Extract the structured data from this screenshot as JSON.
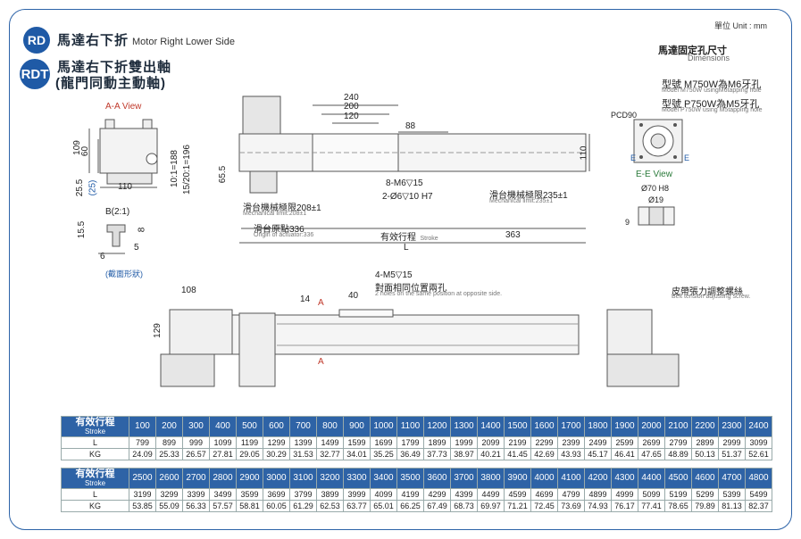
{
  "header": {
    "unit": "單位 Unit : mm",
    "rd_badge": "RD",
    "rd_title_cn": "馬達右下折",
    "rd_title_en": "Motor Right Lower Side",
    "rdt_badge": "RDT",
    "rdt_line1": "馬達右下折雙出軸",
    "rdt_line2": "(龍門同動主動軸)"
  },
  "mount": {
    "title_cn": "馬達固定孔尺寸",
    "title_en": "Dimensions",
    "m750_cn": "型號 M750W為M6牙孔",
    "m750_en": "Model M750W usingM6tapping hole",
    "p750_cn": "型號 P750W為M5牙孔",
    "p750_en": "Model P750W using M5tapping hole",
    "pcd": "PCD90",
    "ee_view": "E-E View",
    "d70": "Ø70 H8",
    "d19": "Ø19",
    "e_letter": "E",
    "dim_9": "9"
  },
  "aa_view": {
    "title": "A-A View",
    "dim_109": "109",
    "dim_60": "60",
    "dim_25_5": "25.5",
    "dim_25": "(25)",
    "dim_110": "110",
    "b_label": "B(2:1)",
    "dim_15_5": "15.5",
    "dim_8": "8",
    "dim_5": "5",
    "dim_6": "6",
    "section": "(截面形狀)"
  },
  "top_view": {
    "dim_240": "240",
    "dim_200": "200",
    "dim_120": "120",
    "dim_88": "88",
    "dim_110": "110",
    "ratio_10": "10:1=188",
    "ratio_15": "15/20:1=196",
    "dim_65_5": "65.5",
    "m6": "8-M6▽15",
    "phi6": "2-Ø6▽10 H7",
    "limit_l_cn": "滑台機械極限208±1",
    "limit_l_en": "Mechanical limit:208±1",
    "origin_cn": "滑台原點336",
    "origin_en": "Origin of actuator:336",
    "limit_r_cn": "滑台機械極限235±1",
    "limit_r_en": "Mechanical limit:235±1",
    "stroke_cn": "有效行程",
    "stroke_en": "Stroke",
    "dim_363": "363",
    "dim_L": "L"
  },
  "side_view": {
    "m5_label": "4-M5▽15",
    "m5_cn": "對面相同位置兩孔",
    "m5_en": "2 holes on the same position at opposite side.",
    "dim_14": "14",
    "dim_40": "40",
    "a_mark": "A",
    "dim_108": "108",
    "dim_129": "129",
    "belt_cn": "皮帶張力調整螺絲",
    "belt_en": "Belt tension adjusting screw."
  },
  "spec_table": {
    "stroke_cn": "有效行程",
    "stroke_en": "Stroke",
    "l_label": "L",
    "kg_label": "KG",
    "strokes_1": [
      "100",
      "200",
      "300",
      "400",
      "500",
      "600",
      "700",
      "800",
      "900",
      "1000",
      "1100",
      "1200",
      "1300",
      "1400",
      "1500",
      "1600",
      "1700",
      "1800",
      "1900",
      "2000",
      "2100",
      "2200",
      "2300",
      "2400"
    ],
    "L_1": [
      "799",
      "899",
      "999",
      "1099",
      "1199",
      "1299",
      "1399",
      "1499",
      "1599",
      "1699",
      "1799",
      "1899",
      "1999",
      "2099",
      "2199",
      "2299",
      "2399",
      "2499",
      "2599",
      "2699",
      "2799",
      "2899",
      "2999",
      "3099"
    ],
    "KG_1": [
      "24.09",
      "25.33",
      "26.57",
      "27.81",
      "29.05",
      "30.29",
      "31.53",
      "32.77",
      "34.01",
      "35.25",
      "36.49",
      "37.73",
      "38.97",
      "40.21",
      "41.45",
      "42.69",
      "43.93",
      "45.17",
      "46.41",
      "47.65",
      "48.89",
      "50.13",
      "51.37",
      "52.61"
    ],
    "strokes_2": [
      "2500",
      "2600",
      "2700",
      "2800",
      "2900",
      "3000",
      "3100",
      "3200",
      "3300",
      "3400",
      "3500",
      "3600",
      "3700",
      "3800",
      "3900",
      "4000",
      "4100",
      "4200",
      "4300",
      "4400",
      "4500",
      "4600",
      "4700",
      "4800"
    ],
    "L_2": [
      "3199",
      "3299",
      "3399",
      "3499",
      "3599",
      "3699",
      "3799",
      "3899",
      "3999",
      "4099",
      "4199",
      "4299",
      "4399",
      "4499",
      "4599",
      "4699",
      "4799",
      "4899",
      "4999",
      "5099",
      "5199",
      "5299",
      "5399",
      "5499"
    ],
    "KG_2": [
      "53.85",
      "55.09",
      "56.33",
      "57.57",
      "58.81",
      "60.05",
      "61.29",
      "62.53",
      "63.77",
      "65.01",
      "66.25",
      "67.49",
      "68.73",
      "69.97",
      "71.21",
      "72.45",
      "73.69",
      "74.93",
      "76.17",
      "77.41",
      "78.65",
      "79.89",
      "81.13",
      "82.37"
    ]
  },
  "colors": {
    "accent": "#1f5aa6",
    "table_header": "#2e63a6",
    "frame": "#2c63a8",
    "red": "#c0392b"
  }
}
